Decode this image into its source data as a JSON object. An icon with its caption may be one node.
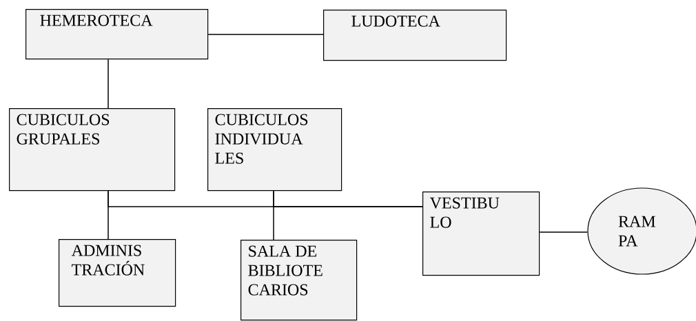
{
  "diagram": {
    "nodes": [
      {
        "text": [
          "HEMEROTECA"
        ]
      },
      {
        "text": [
          "LUDOTECA"
        ]
      },
      {
        "text": [
          "CUBICULOS GRUPALES"
        ]
      },
      {
        "text": [
          "CUBICULOS INDIVIDUA LES"
        ]
      },
      {
        "text": [
          "VESTIBU LO"
        ]
      },
      {
        "text": [
          "RAM PA"
        ]
      },
      {
        "text": [
          "ADMINIS TRACIÓN"
        ]
      },
      {
        "text": [
          "SALA DE BIBLIOTE CARIOS"
        ]
      }
    ],
    "edges": [
      {
        "from": 0,
        "to": 1,
        "arrow": "none"
      },
      {
        "from": 0,
        "to": 2,
        "arrow": "none"
      },
      {
        "from": 2,
        "to": 6,
        "arrow": "none"
      },
      {
        "from": 2,
        "to": 4,
        "arrow": "none"
      },
      {
        "from": 3,
        "to": 4,
        "arrow": "none"
      },
      {
        "from": 3,
        "to": 7,
        "arrow": "none"
      },
      {
        "from": 4,
        "to": 5,
        "arrow": "none"
      }
    ]
  }
}
